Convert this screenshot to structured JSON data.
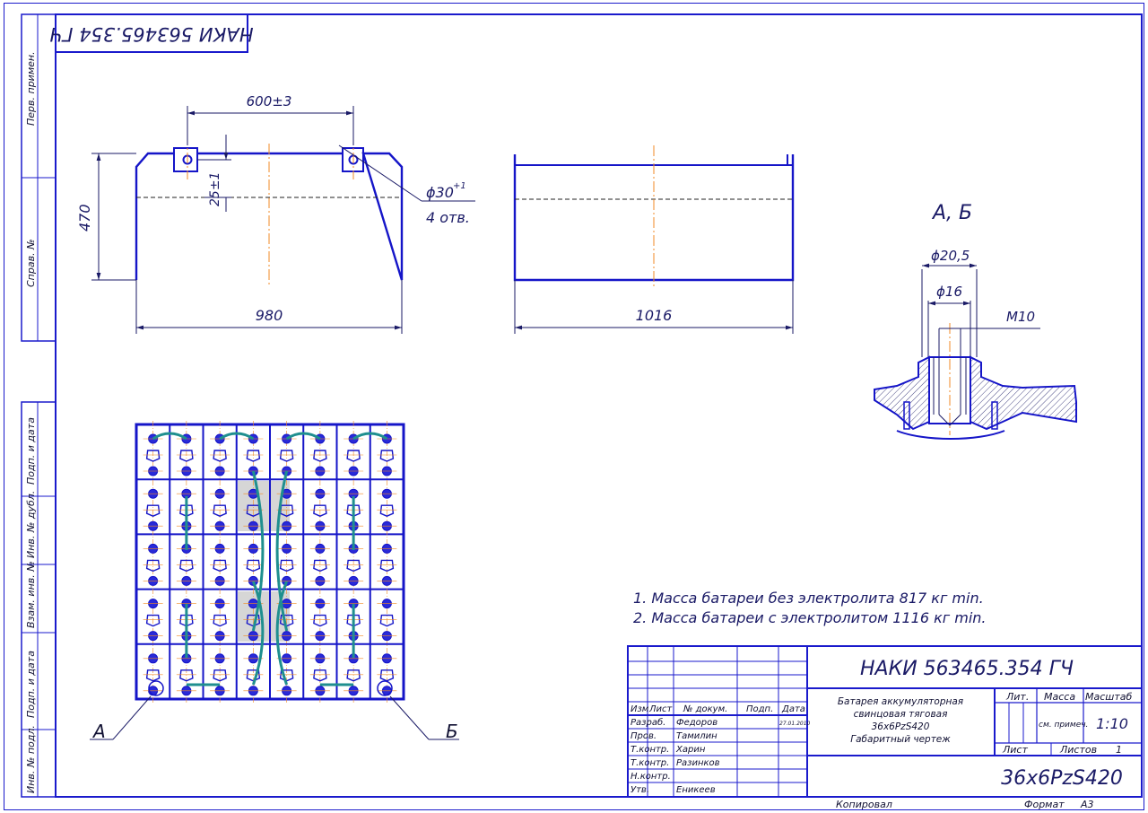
{
  "stamp_rotated": "НАКИ 563465.354 ГЧ",
  "side_labels": [
    "Перв. примен.",
    "Справ. №",
    "Подп. и дата",
    "Инв. № дубл.",
    "Взам. инв. №",
    "Подп. и дата",
    "Инв. № подл."
  ],
  "front_view": {
    "dim_top": "600±3",
    "dim_hole_offset": "25±1",
    "dim_height": "470",
    "dim_width": "980",
    "hole_callout": "ϕ30",
    "hole_callout_tol": "+1",
    "hole_count": "4 отв."
  },
  "side_view": {
    "dim_width": "1016"
  },
  "detail": {
    "title": "А, Б",
    "dim_outer": "ϕ20,5",
    "dim_inner": "ϕ16",
    "thread": "M10"
  },
  "top_view": {
    "label_a": "А",
    "label_b": "Б"
  },
  "notes": [
    "1. Масса батареи без электролита 817 кг min.",
    "2. Масса батареи с электролитом 1116 кг min."
  ],
  "title_block": {
    "doc_number": "НАКИ 563465.354 ГЧ",
    "product_name": [
      "Батарея аккумуляторная",
      "свинцовая тяговая",
      "36х6PzS420",
      "Габаритный чертеж"
    ],
    "designation": "36х6PzS420",
    "headers": {
      "izm": "Изм",
      "list": "Лист",
      "doc": "№ докум.",
      "sign": "Подп.",
      "date": "Дата"
    },
    "roles": [
      {
        "role": "Разраб.",
        "name": "Федоров"
      },
      {
        "role": "Пров.",
        "name": "Тамилин"
      },
      {
        "role": "Т.контр.",
        "name": "Харин"
      },
      {
        "role": "Т.контр.",
        "name": "Разинков"
      },
      {
        "role": "Н.контр.",
        "name": ""
      },
      {
        "role": "Утв.",
        "name": "Еникеев"
      }
    ],
    "date_value": "27.01.2010",
    "lit_label": "Лит.",
    "mass_label": "Масса",
    "scale_label": "Масштаб",
    "mass_value": "см. примеч.",
    "scale_value": "1:10",
    "sheet_label": "Лист",
    "sheets_label": "Листов",
    "sheets_value": "1"
  },
  "footer": {
    "copied": "Копировал",
    "format_label": "Формат",
    "format_value": "А3"
  }
}
